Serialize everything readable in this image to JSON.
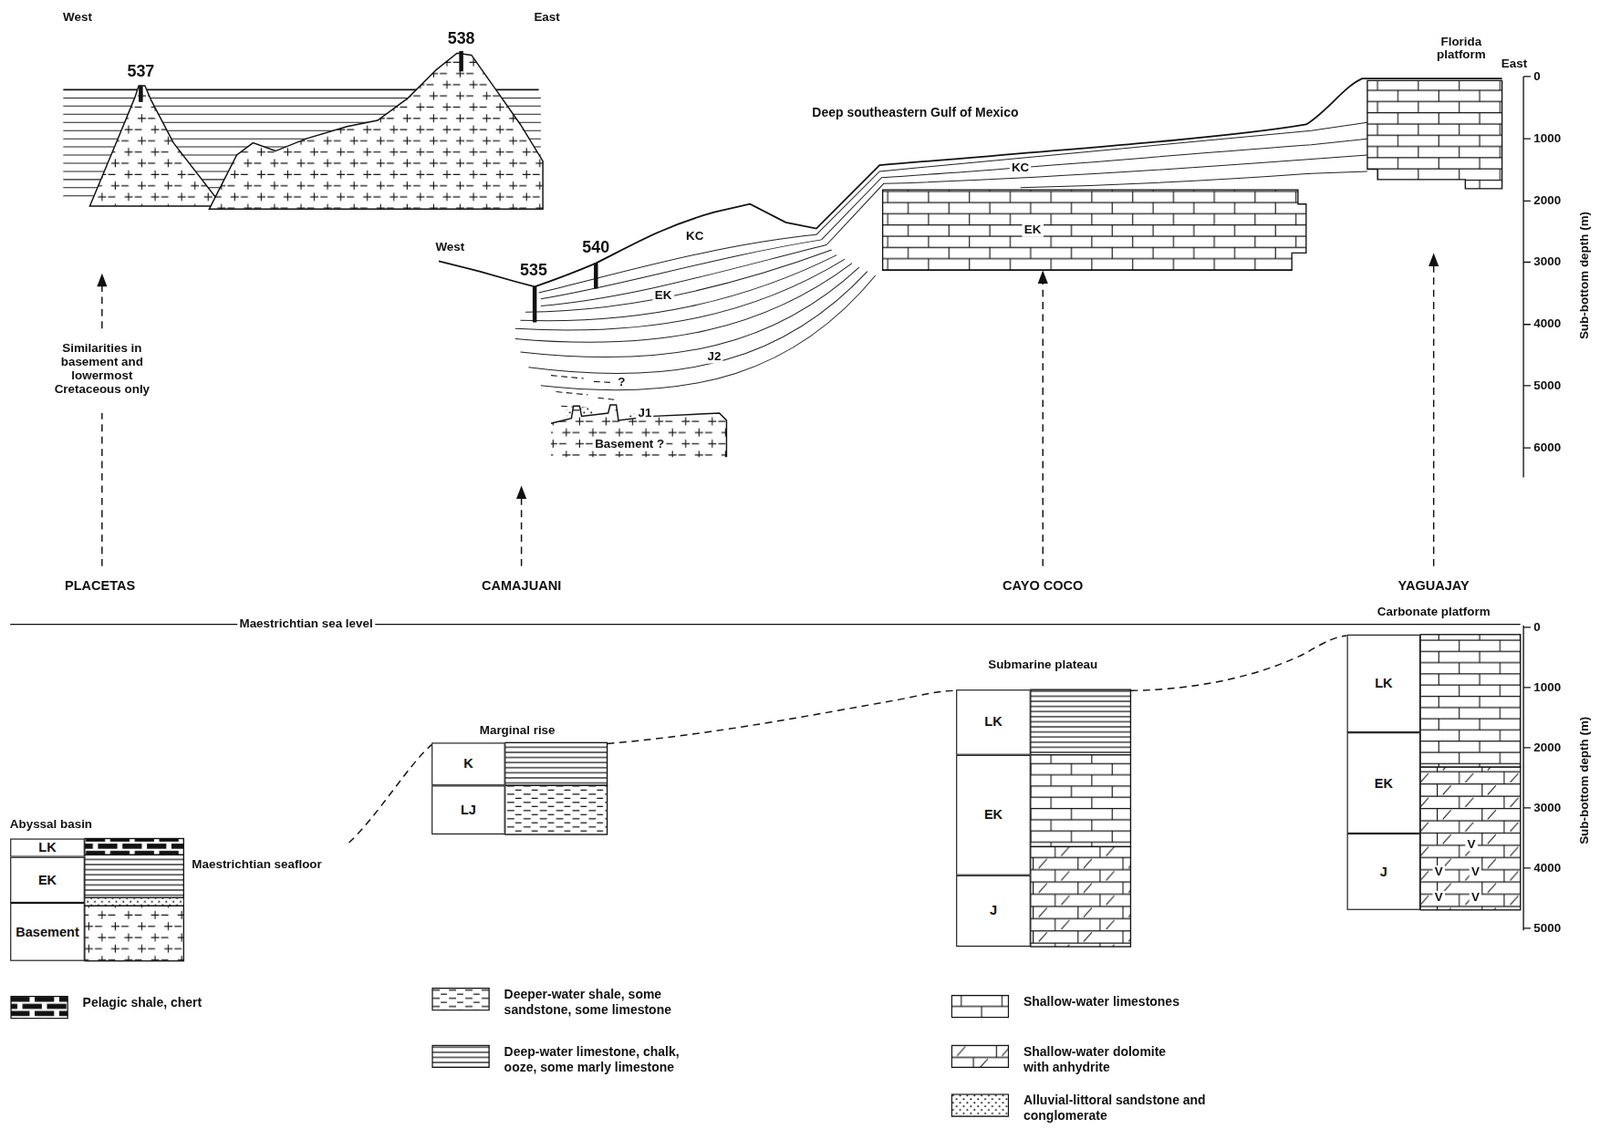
{
  "diagram": {
    "nodes": [
      {
        "text": [
          "LK"
        ]
      },
      {
        "text": [
          "EK"
        ]
      },
      {
        "text": [
          "Basement"
        ]
      },
      {
        "text": [
          "K"
        ]
      },
      {
        "text": [
          "LJ"
        ]
      },
      {
        "text": [
          "LK"
        ]
      },
      {
        "text": [
          "EK"
        ]
      },
      {
        "text": [
          "J"
        ]
      },
      {
        "text": [
          "LK"
        ]
      },
      {
        "text": [
          "EK"
        ]
      },
      {
        "text": [
          "J"
        ]
      }
    ],
    "labels": [
      "West",
      "East",
      "537",
      "538",
      "Deep southeastern Gulf of Mexico",
      "Florida platform",
      "East",
      "0",
      "1000",
      "2000",
      "3000",
      "4000",
      "5000",
      "6000",
      "Sub-bottom depth (m)",
      "KC",
      "EK",
      "West",
      "535",
      "540",
      "KC",
      "EK",
      "J2",
      "?",
      "J1",
      "Basement ?",
      "Similarities in basement and lowermost Cretaceous only",
      "PLACETAS",
      "CAMAJUANI",
      "CAYO COCO",
      "YAGUAJAY",
      "Carbonate platform",
      "Maestrichtian sea level",
      "0",
      "1000",
      "2000",
      "3000",
      "4000",
      "5000",
      "Sub-bottom depth (m)",
      "Submarine plateau",
      "Marginal rise",
      "Abyssal basin",
      "Maestrichtian seafloor",
      "V",
      "V",
      "V",
      "V",
      "V"
    ],
    "legend": [
      {
        "text": "Pelagic shale, chert"
      },
      {
        "text": "Deeper-water shale, some sandstone, some limestone"
      },
      {
        "text": "Deep-water limestone, chalk, ooze, some marly limestone"
      },
      {
        "text": "Shallow-water limestones"
      },
      {
        "text": "Shallow-water dolomite with anhydrite"
      },
      {
        "text": "Alluvial-littoral sandstone and conglomerate"
      }
    ]
  }
}
